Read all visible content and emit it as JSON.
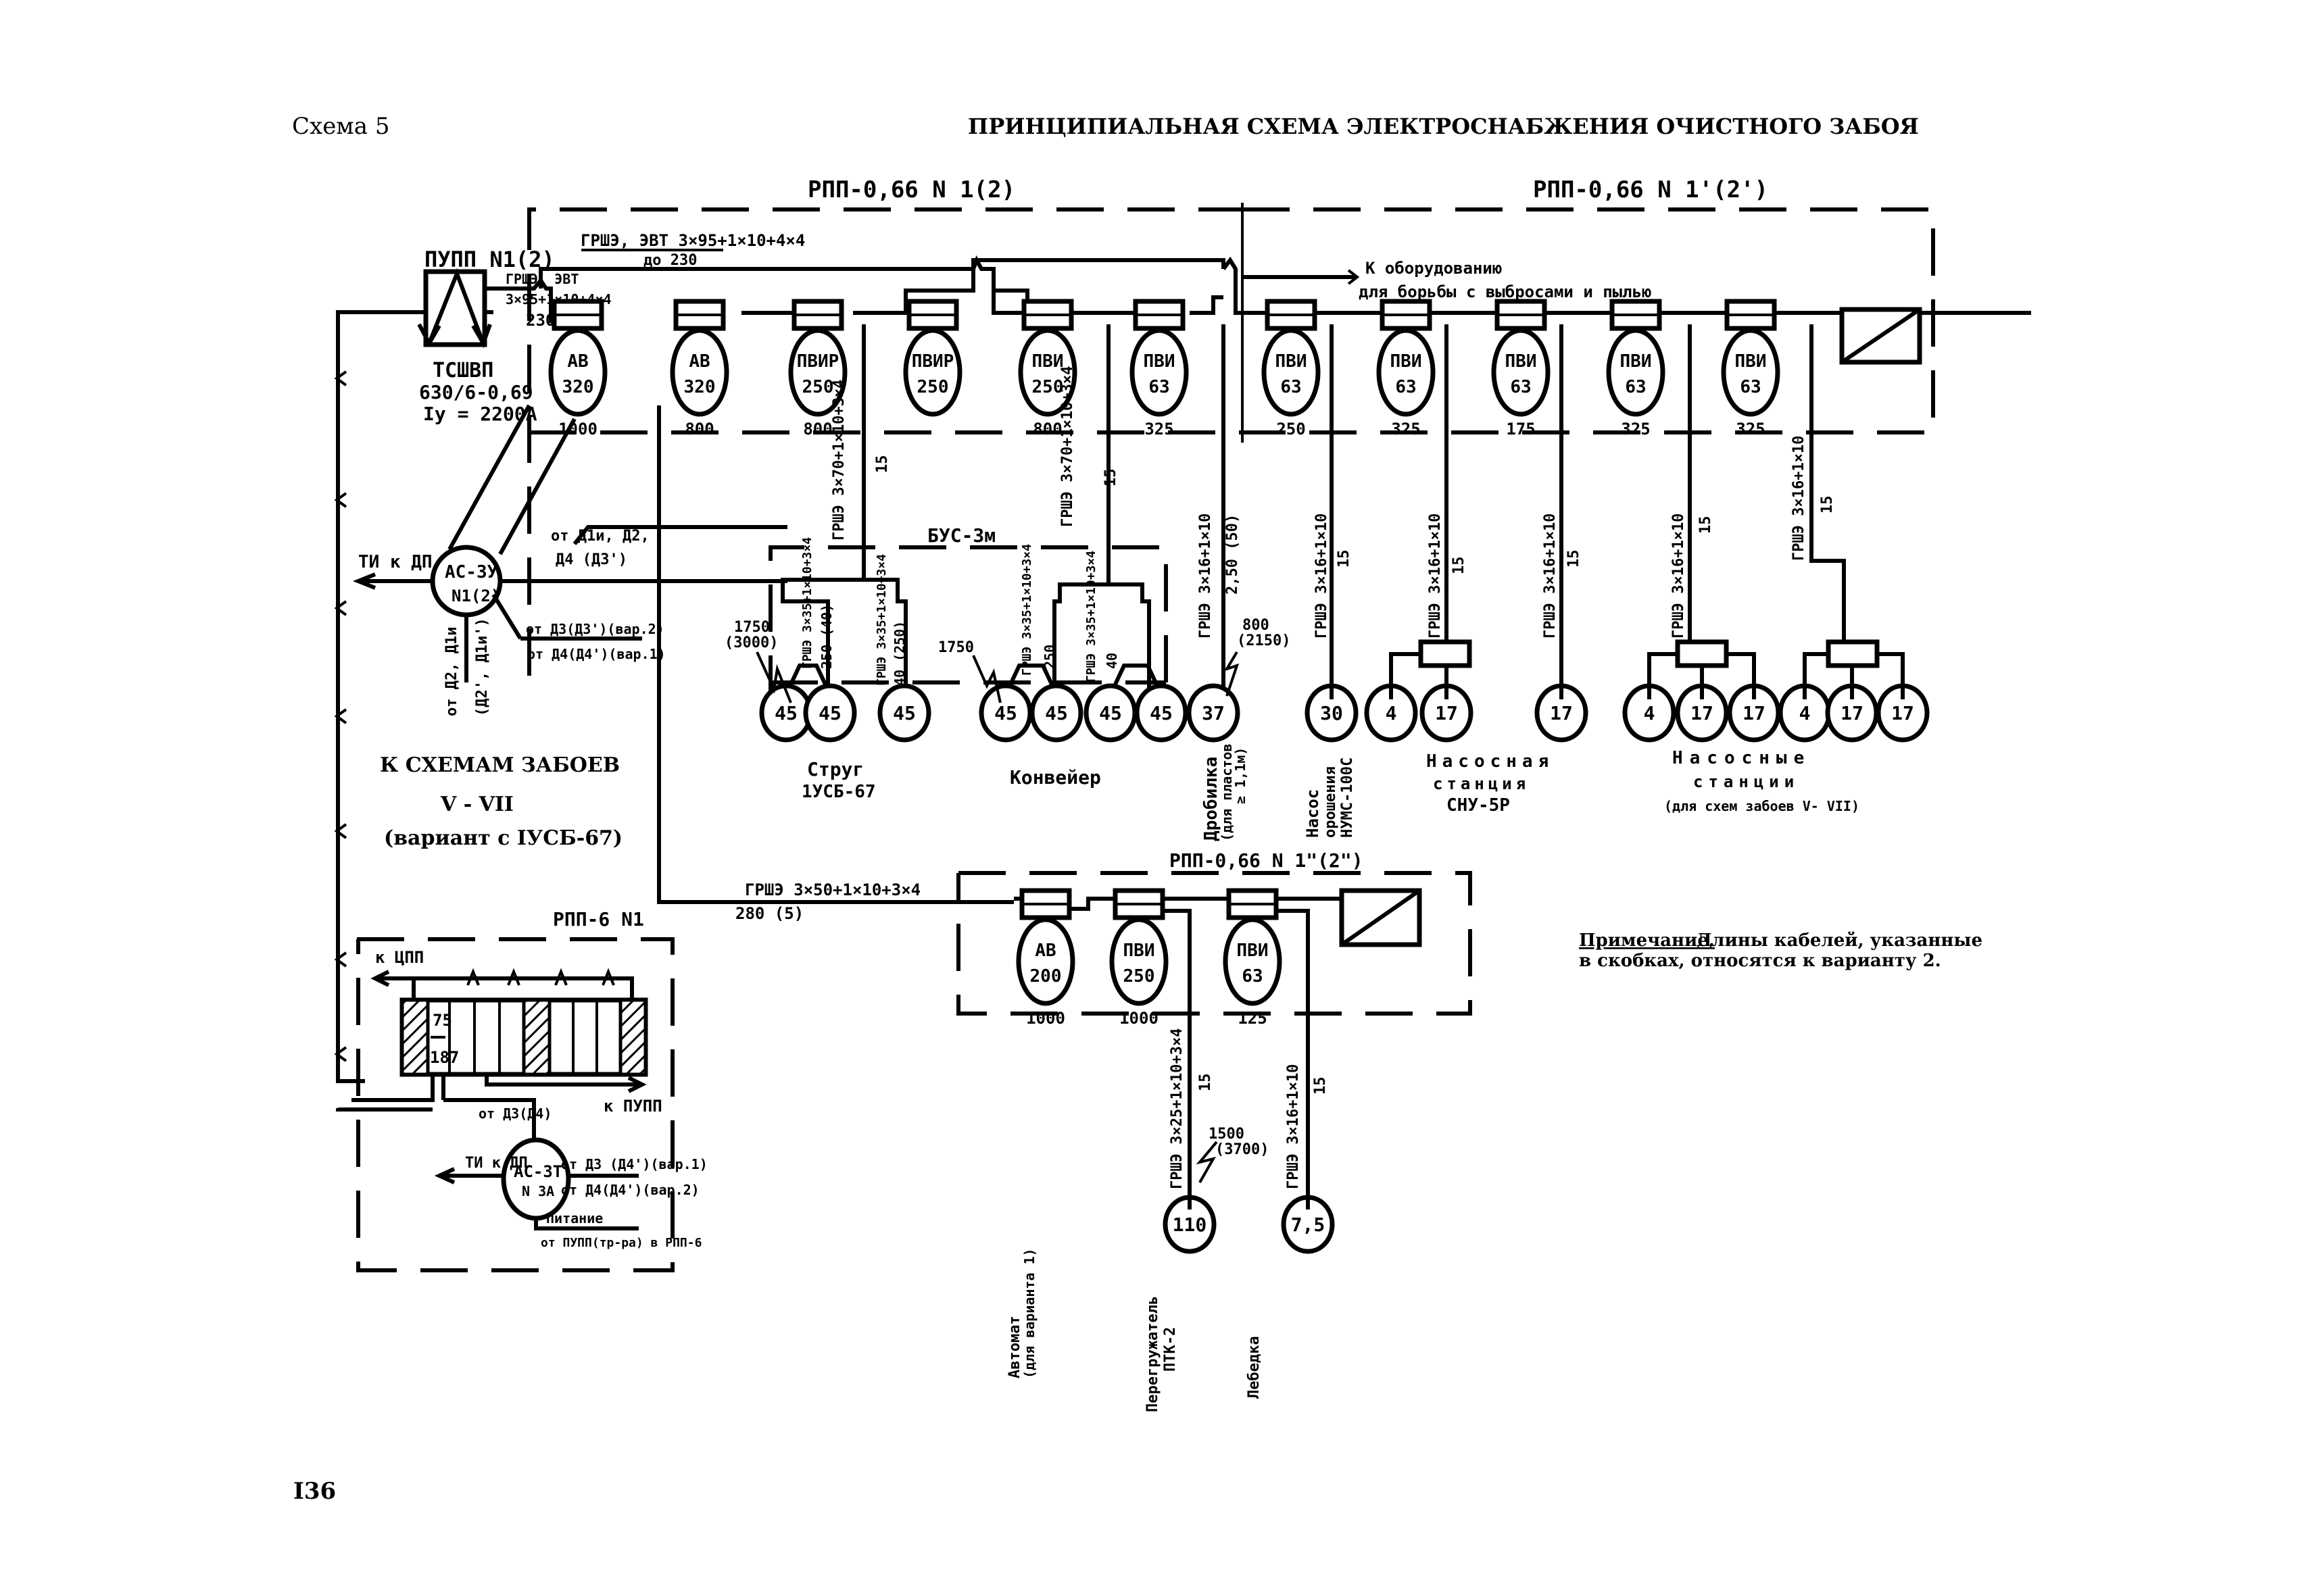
{
  "header": {
    "scheme_label": "Схема 5",
    "title": "ПРИНЦИПИАЛЬНАЯ СХЕМА ЭЛЕКТРОСНАБЖЕНИЯ ОЧИСТНОГО ЗАБОЯ",
    "page_number": "I36"
  },
  "transformer": {
    "label": "ПУПП N1(2)",
    "type": "ТСШВП",
    "rating": "630/6-0,69",
    "current": "Iу = 2200А",
    "cable_top": "ГРШЭ, ЭВТ 3×95+1×10+4×4",
    "cable_top_len": "до 230",
    "cable_side": "ГРШЭ, ЭВТ",
    "cable_side_spec": "3×95+1×10+4×4",
    "cable_side_len": "230"
  },
  "rpp_main": {
    "label": "РПП-0,66 N 1(2)",
    "units": [
      {
        "name": "АВ",
        "rating": "320",
        "setting": "1000"
      },
      {
        "name": "АВ",
        "rating": "320",
        "setting": "800"
      },
      {
        "name": "ПВИР",
        "rating": "250",
        "setting": "800"
      },
      {
        "name": "ПВИР",
        "rating": "250",
        "setting": ""
      },
      {
        "name": "ПВИ",
        "rating": "250",
        "setting": "800"
      },
      {
        "name": "ПВИ",
        "rating": "63",
        "setting": "325"
      }
    ]
  },
  "rpp_second": {
    "label": "РПП-0,66 N 1'(2')",
    "dust_label_1": "К оборудованию",
    "dust_label_2": "для борьбы с выбросами и пылью",
    "units": [
      {
        "name": "ПВИ",
        "rating": "63",
        "setting": "250"
      },
      {
        "name": "ПВИ",
        "rating": "63",
        "setting": "325"
      },
      {
        "name": "ПВИ",
        "rating": "63",
        "setting": "175"
      },
      {
        "name": "ПВИ",
        "rating": "63",
        "setting": "325"
      },
      {
        "name": "ПВИ",
        "rating": "63",
        "setting": "325"
      }
    ]
  },
  "rpp_third": {
    "label": "РПП-0,66 N 1\"(2\")",
    "feed_cable": "ГРШЭ 3×50+1×10+3×4",
    "feed_len": "280 (5)",
    "units": [
      {
        "name": "АВ",
        "rating": "200",
        "setting": "1000"
      },
      {
        "name": "ПВИ",
        "rating": "250",
        "setting": "1000"
      },
      {
        "name": "ПВИ",
        "rating": "63",
        "setting": "125"
      }
    ]
  },
  "ac3u": {
    "label_1": "АС-3У",
    "label_2": "N1(2)",
    "out": "ТИ к ДП",
    "from_top_1": "от Д1и, Д2,",
    "from_top_2": "Д4 (Д3')",
    "from_bot_1": "от Д3(Д3')(вар.2)",
    "from_bot_2": "от Д4(Д4')(вар.1)",
    "from_down_1": "от Д2, Д1и",
    "from_down_2": "(Д2', Д1и')"
  },
  "bus": {
    "label": "БУС-3м"
  },
  "cables": {
    "strug_main": "ГРШЭ 3×70+1×10+3×4",
    "strug_main_len": "15",
    "conv_main": "ГРШЭ 3×70+1×10+3×4",
    "conv_main_len": "15",
    "strug_a": "ГРШЭ 3×35+1×10+3×4",
    "strug_a_len": "250 (40)",
    "strug_b": "ГРШЭ 3×35+1×10+3×4",
    "strug_b_len": "40 (250)",
    "conv_a": "ГРШЭ 3×35+1×10+3×4",
    "conv_a_len": "250",
    "conv_b": "ГРШЭ 3×35+1×10+3×4",
    "conv_b_len": "40",
    "crusher": "ГРШЭ 3×16+1×10",
    "crusher_len": "2,50 (50)",
    "pump_irr": "ГРШЭ 3×16+1×10",
    "pump_irr_len": "15",
    "snu": "ГРШЭ 3×16+1×10",
    "snu_len": "15",
    "single17": "ГРШЭ 3×16+1×10",
    "single17_len": "15",
    "ps1": "ГРШЭ 3×16+1×10",
    "ps1_len": "15",
    "ps2": "ГРШЭ 3×16+1×10",
    "ps2_len": "15",
    "ptk": "ГРШЭ 3×25+1×10+3×4",
    "ptk_len": "15",
    "winch": "ГРШЭ 3×16+1×10",
    "winch_len": "15"
  },
  "short_circuit": {
    "strug": [
      "1750",
      "(3000)"
    ],
    "conv": [
      "1750"
    ],
    "crusher": [
      "800",
      "(2150)"
    ],
    "ptk": [
      "1500",
      "(3700)"
    ]
  },
  "motors": {
    "strug": [
      "45",
      "45",
      "45"
    ],
    "conv": [
      "45",
      "45",
      "45",
      "45"
    ],
    "crusher": "37",
    "pump_irr": "30",
    "snu": [
      "4",
      "17"
    ],
    "single": "17",
    "ps1": [
      "4",
      "17",
      "17"
    ],
    "ps2": [
      "4",
      "17",
      "17"
    ],
    "ptk": "110",
    "winch": "7,5"
  },
  "consumers": {
    "strug_1": "Струг",
    "strug_2": "1УСБ-67",
    "conveyor": "Конвейер",
    "crusher_1": "Дробилка",
    "crusher_2": "(для пластов",
    "crusher_3": "≥ 1,1м)",
    "pump_1": "Насос",
    "pump_2": "орошения",
    "pump_3": "НУМС-100С",
    "snu_1": "Насосная",
    "snu_2": "станция",
    "snu_3": "СНУ-5Р",
    "ps_1": "Насосные",
    "ps_2": "станции",
    "ps_3": "(для схем забоев V- VII)",
    "auto_1": "Автомат",
    "auto_2": "(для варианта 1)",
    "ptk_1": "Перегружатель",
    "ptk_2": "ПТК-2",
    "winch": "Лебедка"
  },
  "faces": {
    "line1": "К СХЕМАМ ЗАБОЕВ",
    "line2": "V - VII",
    "line3": "(вариант с IУСБ-67)"
  },
  "rpp6": {
    "label": "РПП-6 N1",
    "to_cpp": "к ЦПП",
    "to_pupp": "к ПУПП",
    "cell_top": "75",
    "cell_bottom": "187",
    "from_d": "от Д3(Д4)"
  },
  "ac3t": {
    "label_1": "АС-3Т",
    "label_2": "N 3А",
    "out": "ТИ к ДП",
    "from_1": "от Д3 (Д4')(вар.1)",
    "from_2": "от Д4(Д4')(вар.2)",
    "power": "Питание",
    "power_src": "от ПУПП(тр-ра) в РПП-6"
  },
  "note": {
    "title": "Примечание.",
    "text1": "Длины кабелей, указанные",
    "text2": "в скобках, относятся к варианту 2."
  }
}
